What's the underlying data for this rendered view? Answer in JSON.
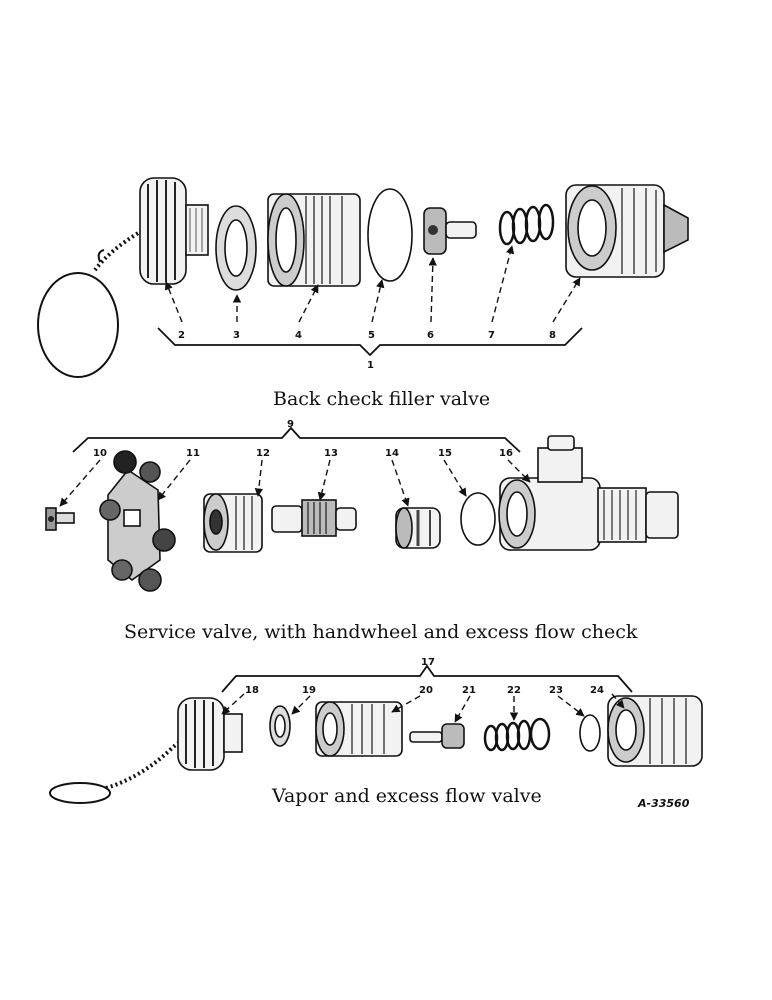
{
  "figure": {
    "reference_code": "A-33560",
    "sections": [
      {
        "caption": "Back check filler valve",
        "assembly_number": "1",
        "callouts": [
          "2",
          "3",
          "4",
          "5",
          "6",
          "7",
          "8"
        ]
      },
      {
        "caption": "Service valve, with handwheel and excess flow check",
        "assembly_number": "9",
        "callouts": [
          "10",
          "11",
          "12",
          "13",
          "14",
          "15",
          "16"
        ]
      },
      {
        "caption": "Vapor and excess flow valve",
        "assembly_number": "17",
        "callouts": [
          "18",
          "19",
          "20",
          "21",
          "22",
          "23",
          "24"
        ]
      }
    ]
  }
}
